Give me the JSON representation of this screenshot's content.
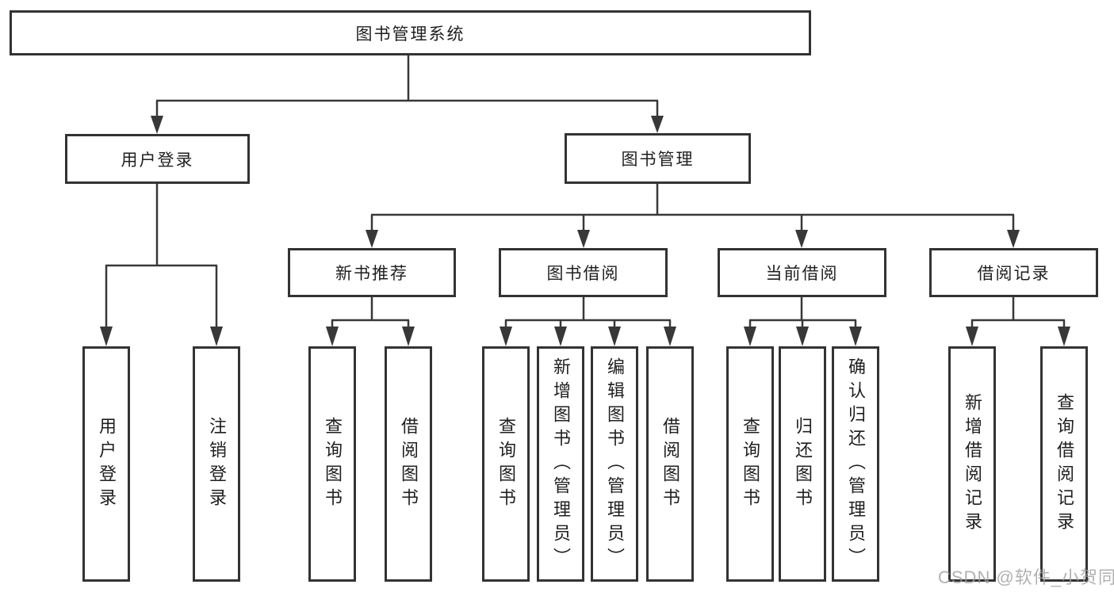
{
  "tree": {
    "root": {
      "label": "图书管理系统",
      "children": [
        {
          "label": "用户登录",
          "children": [
            {
              "label": "用户登录"
            },
            {
              "label": "注销登录"
            }
          ]
        },
        {
          "label": "图书管理",
          "children": [
            {
              "label": "新书推荐",
              "children": [
                {
                  "label": "查询图书"
                },
                {
                  "label": "借阅图书"
                }
              ]
            },
            {
              "label": "图书借阅",
              "children": [
                {
                  "label": "查询图书"
                },
                {
                  "label": "新增图书（管理员）"
                },
                {
                  "label": "编辑图书（管理员）"
                },
                {
                  "label": "借阅图书"
                }
              ]
            },
            {
              "label": "当前借阅",
              "children": [
                {
                  "label": "查询图书"
                },
                {
                  "label": "归还图书"
                },
                {
                  "label": "确认归还（管理员）"
                }
              ]
            },
            {
              "label": "借阅记录",
              "children": [
                {
                  "label": "新增借阅记录"
                },
                {
                  "label": "查询借阅记录"
                }
              ]
            }
          ]
        }
      ]
    }
  },
  "watermark": {
    "text": "CSDN @软件_小贺同学"
  },
  "colors": {
    "background": "#ffffff",
    "box_border": "#333333",
    "connector": "#383838",
    "text": "#1f1f1f",
    "watermark": "#9e9e9e"
  }
}
